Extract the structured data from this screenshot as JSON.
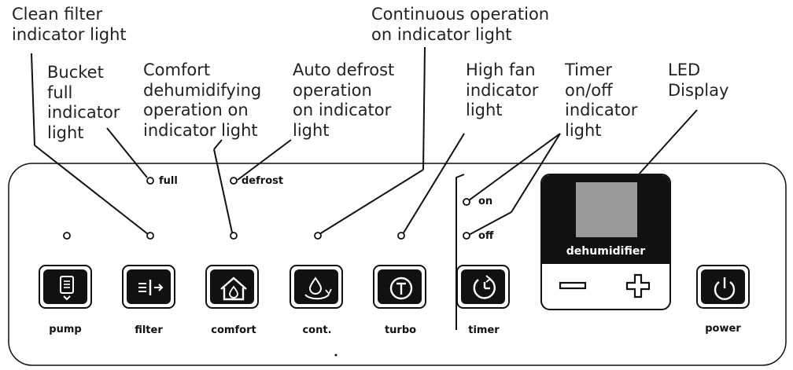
{
  "callouts": {
    "clean_filter": "Clean filter\nindicator light",
    "bucket_full": "Bucket\nfull\nindicator\nlight",
    "comfort": "Comfort\ndehumidifying\noperation on\nindicator light",
    "auto_defrost": "Auto defrost\noperation\non indicator\nlight",
    "continuous": "Continuous operation\non indicator light",
    "high_fan": "High fan\nindicator\nlight",
    "timer": "Timer\non/off\nindicator\nlight",
    "led_display": "LED\nDisplay"
  },
  "indicators": {
    "full": "full",
    "defrost": "defrost",
    "on": "on",
    "off": "off"
  },
  "buttons": {
    "pump": "pump",
    "filter": "filter",
    "comfort": "comfort",
    "cont": "cont.",
    "turbo": "turbo",
    "timer": "timer",
    "power": "power"
  },
  "display": {
    "brand": "dehumidifier"
  },
  "icons": [
    "pump-icon",
    "filter-icon",
    "comfort-home-icon",
    "continuous-drop-icon",
    "turbo-t-icon",
    "timer-icon",
    "power-icon",
    "minus-icon",
    "plus-icon"
  ],
  "colors": {
    "ink": "#111111",
    "display_screen": "#9a9a9a"
  }
}
